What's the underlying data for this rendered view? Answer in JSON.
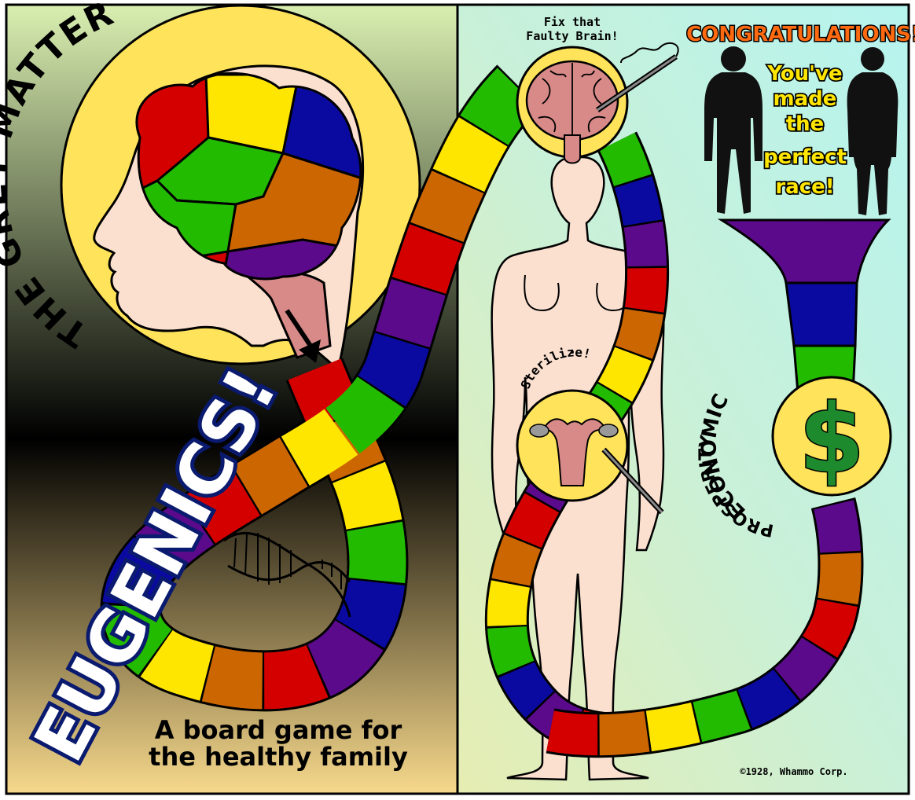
{
  "game": {
    "title_circle": "THE GREY MATTER",
    "title_main": "EUGENICS!",
    "tagline_line1": "A board game for",
    "tagline_line2": "the healthy family",
    "brain_caption_line1": "Fix that",
    "brain_caption_line2": "Faulty Brain!",
    "sterilize_label": "Sterilize!",
    "congrats": "CONGRATULATIONS!",
    "win_lines": [
      "You've",
      "made",
      "the",
      "perfect",
      "race!"
    ],
    "prosperity_line1": "ECONOMIC",
    "prosperity_line2": "PROSPERITY",
    "dollar": "$",
    "copyright": "©1928, Whammo Corp."
  },
  "colors": {
    "red": "#d40000",
    "orange": "#cc6600",
    "yellow": "#ffe600",
    "green": "#22bb00",
    "blue": "#0a0aa0",
    "purple": "#5c0a8c",
    "circle_yellow": "#ffe35a",
    "skin": "#fbe0d0",
    "navy_text": "#0a1a6e",
    "dollar_green": "#1e8a2e"
  },
  "track": {
    "path_a_colors": [
      "red",
      "orange",
      "yellow",
      "green",
      "blue",
      "purple",
      "red",
      "orange",
      "yellow",
      "green",
      "blue",
      "purple",
      "red",
      "orange",
      "yellow",
      "green",
      "blue",
      "purple",
      "red",
      "orange",
      "yellow",
      "green"
    ],
    "path_b_colors": [
      "green",
      "blue",
      "purple",
      "red",
      "orange",
      "yellow",
      "green",
      "blue",
      "purple",
      "red",
      "orange",
      "yellow",
      "green",
      "blue",
      "purple",
      "red"
    ],
    "path_c_colors": [
      "red",
      "orange",
      "yellow",
      "green",
      "blue",
      "purple",
      "red",
      "orange",
      "purple"
    ],
    "funnel_colors": [
      "purple",
      "blue",
      "green"
    ]
  }
}
